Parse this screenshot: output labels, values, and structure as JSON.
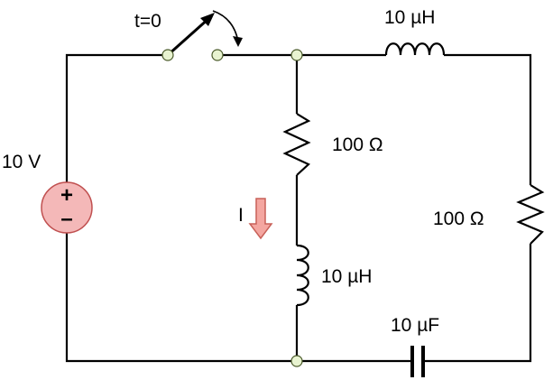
{
  "labels": {
    "switch_time": "t=0",
    "source_voltage": "10 V",
    "source_plus": "+",
    "source_minus": "–",
    "inductor_top": "10 µH",
    "resistor_middle": "100 Ω",
    "resistor_right": "100 Ω",
    "inductor_middle": "10 µH",
    "capacitor_bottom": "10 µF",
    "current": "I"
  },
  "colors": {
    "wire": "#000000",
    "node_fill": "#e8f3d0",
    "source_fill": "#f4b8b8",
    "source_stroke": "#c05050",
    "current_arrow_fill": "#f4a6a0",
    "current_arrow_stroke": "#c86058"
  }
}
